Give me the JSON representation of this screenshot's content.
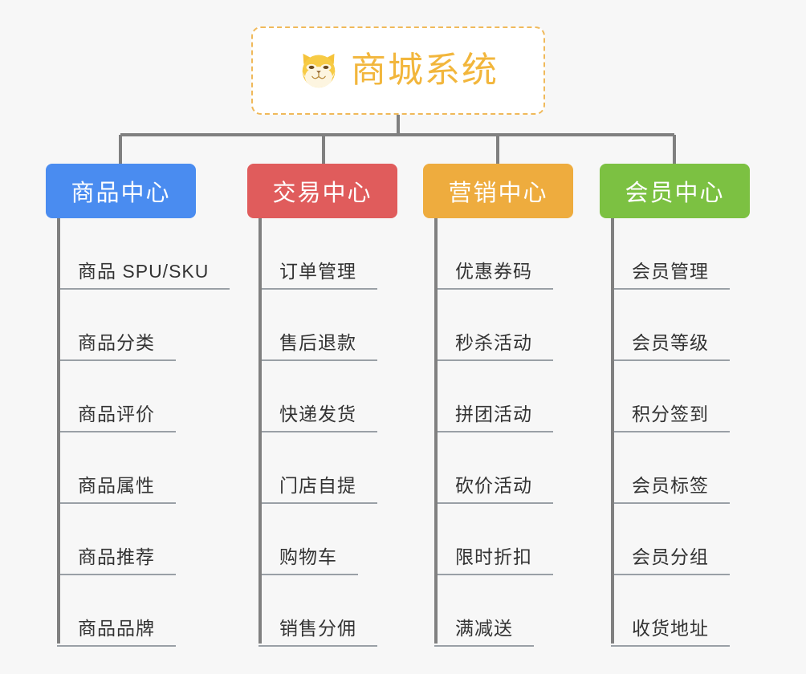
{
  "diagram": {
    "type": "org-chart",
    "background_color": "#f7f7f7",
    "connector_color": "#808080",
    "root": {
      "title": "商城系统",
      "icon": "shiba-dog-face-icon",
      "text_color": "#f2b63c",
      "border_color": "#f0b95a",
      "border_style": "dashed",
      "fill_color": "#ffffff"
    },
    "branches": [
      {
        "label": "商品中心",
        "color": "#4a8cf0",
        "text_color": "#ffffff",
        "items": [
          "商品 SPU/SKU",
          "商品分类",
          "商品评价",
          "商品属性",
          "商品推荐",
          "商品品牌"
        ]
      },
      {
        "label": "交易中心",
        "color": "#e05c5c",
        "text_color": "#ffffff",
        "items": [
          "订单管理",
          "售后退款",
          "快递发货",
          "门店自提",
          "购物车",
          "销售分佣"
        ]
      },
      {
        "label": "营销中心",
        "color": "#eeac3e",
        "text_color": "#ffffff",
        "items": [
          "优惠券码",
          "秒杀活动",
          "拼团活动",
          "砍价活动",
          "限时折扣",
          "满减送"
        ]
      },
      {
        "label": "会员中心",
        "color": "#7cc142",
        "text_color": "#ffffff",
        "items": [
          "会员管理",
          "会员等级",
          "积分签到",
          "会员标签",
          "会员分组",
          "收货地址"
        ]
      }
    ]
  }
}
